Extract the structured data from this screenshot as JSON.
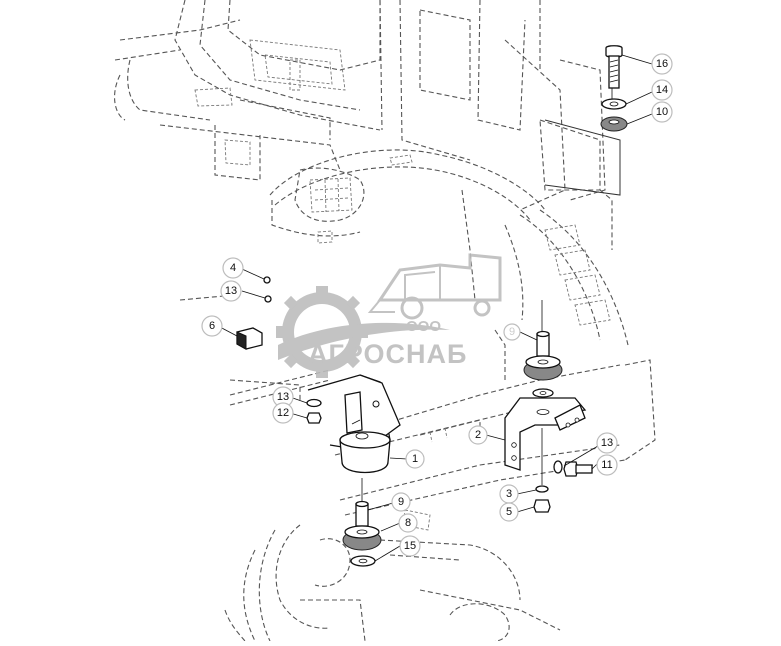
{
  "watermark": {
    "prefix": "ООО",
    "name": "АГРОСНАБ"
  },
  "callouts": [
    {
      "id": "16",
      "label": "16"
    },
    {
      "id": "14",
      "label": "14"
    },
    {
      "id": "10",
      "label": "10"
    },
    {
      "id": "4",
      "label": "4"
    },
    {
      "id": "13a",
      "label": "13"
    },
    {
      "id": "6",
      "label": "6"
    },
    {
      "id": "9a",
      "label": "9"
    },
    {
      "id": "13b",
      "label": "13"
    },
    {
      "id": "12",
      "label": "12"
    },
    {
      "id": "1",
      "label": "1"
    },
    {
      "id": "2",
      "label": "2"
    },
    {
      "id": "13c",
      "label": "13"
    },
    {
      "id": "11",
      "label": "11"
    },
    {
      "id": "3",
      "label": "3"
    },
    {
      "id": "5",
      "label": "5"
    },
    {
      "id": "9b",
      "label": "9"
    },
    {
      "id": "8",
      "label": "8"
    },
    {
      "id": "15",
      "label": "15"
    }
  ],
  "colors": {
    "line": "#111111",
    "hidden_line": "#555555",
    "watermark": "#bdbdbd",
    "callout_border": "#bdbdbd"
  }
}
